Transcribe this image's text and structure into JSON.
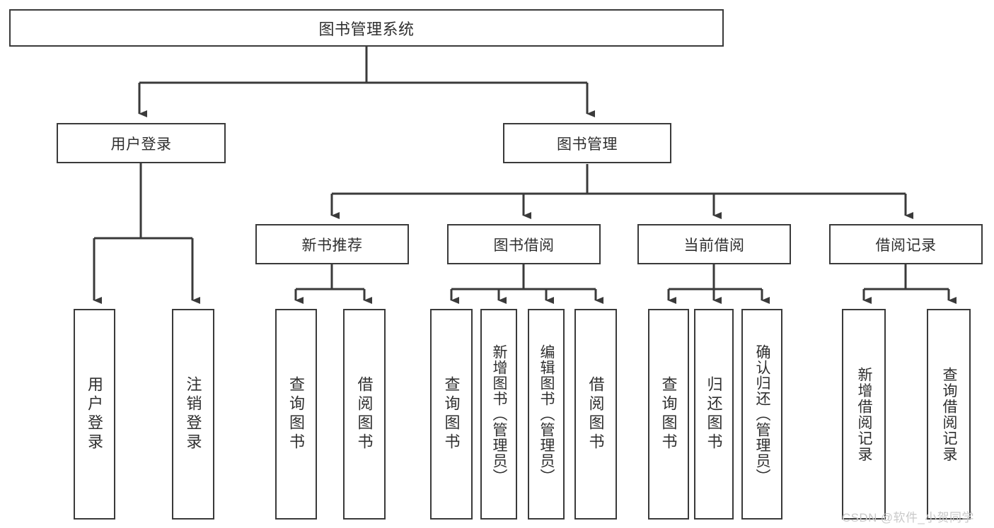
{
  "diagram": {
    "type": "tree-hierarchy-chart",
    "title": "图书管理系统",
    "root": {
      "label": "图书管理系统"
    },
    "level2": [
      {
        "label": "用户登录"
      },
      {
        "label": "图书管理"
      }
    ],
    "level3": [
      {
        "label": "新书推荐"
      },
      {
        "label": "图书借阅"
      },
      {
        "label": "当前借阅"
      },
      {
        "label": "借阅记录"
      }
    ],
    "leaves": {
      "user_login": [
        {
          "label": "用户登录"
        },
        {
          "label": "注销登录"
        }
      ],
      "new_book_recommend": [
        {
          "label": "查询图书"
        },
        {
          "label": "借阅图书"
        }
      ],
      "book_borrow": [
        {
          "label": "查询图书"
        },
        {
          "label": "新增图书（管理员）"
        },
        {
          "label": "编辑图书（管理员）"
        },
        {
          "label": "借阅图书"
        }
      ],
      "current_borrow": [
        {
          "label": "查询图书"
        },
        {
          "label": "归还图书"
        },
        {
          "label": "确认归还（管理员）"
        }
      ],
      "borrow_record": [
        {
          "label": "新增借阅记录"
        },
        {
          "label": "查询借阅记录"
        }
      ]
    }
  },
  "watermark": {
    "text": "CSDN @软件_小贺同学"
  },
  "colors": {
    "box_border": "#3a3a3a",
    "box_fill": "#ffffff",
    "text": "#2f2f2f",
    "connector": "#3a3a3a",
    "watermark": "#c9c9c9",
    "background": "#ffffff"
  }
}
